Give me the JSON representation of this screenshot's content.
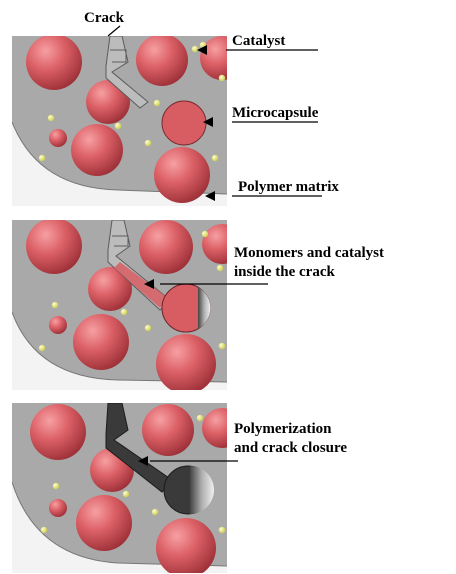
{
  "labels": {
    "crack": "Crack",
    "catalyst": "Catalyst",
    "microcapsule": "Microcapsule",
    "polymer_matrix": "Polymer matrix",
    "monomers_line1": "Monomers and catalyst",
    "monomers_line2": "inside the crack",
    "polymerization_line1": "Polymerization",
    "polymerization_line2": "and crack closure"
  },
  "colors": {
    "matrix": "#a9a9a9",
    "capsule": "#d85d63",
    "catalyst": "#ecec78",
    "healed_crack": "#3a3a3a"
  }
}
